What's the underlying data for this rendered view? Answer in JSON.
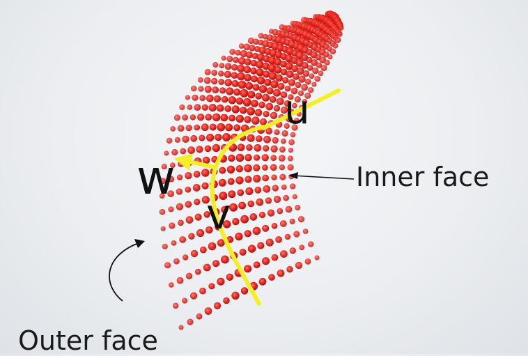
{
  "labels": {
    "u": "u",
    "v": "v",
    "w": "w",
    "inner_face": "Inner face",
    "outer_face": "Outer face"
  },
  "colors": {
    "dots": "#e8231c",
    "dot_core": "#b3120e",
    "axes": "#f4ee26",
    "text": "#111111",
    "arrows": "#111111"
  }
}
